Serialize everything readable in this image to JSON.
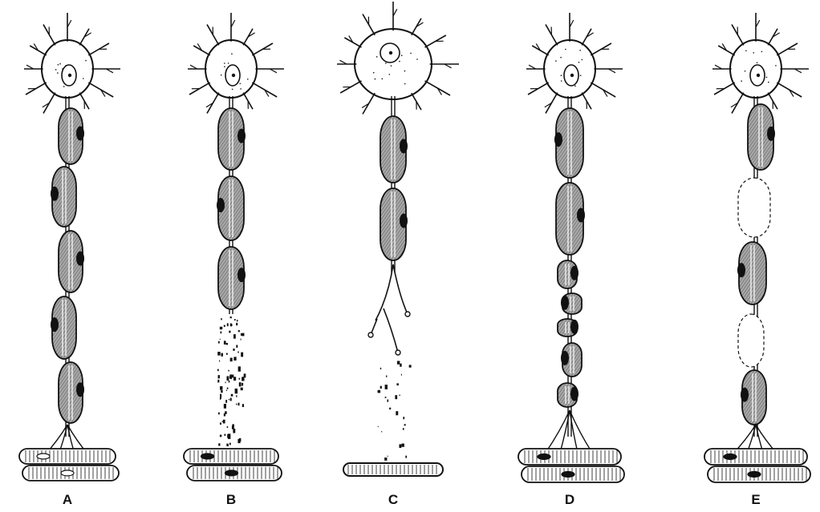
{
  "panels": [
    {
      "label": "A",
      "variant": "normal"
    },
    {
      "label": "B",
      "variant": "wallerian"
    },
    {
      "label": "C",
      "variant": "axonal"
    },
    {
      "label": "D",
      "variant": "segmental"
    },
    {
      "label": "E",
      "variant": "demyelination"
    }
  ],
  "colors": {
    "ink": "#111111",
    "myelin_fill": "#9a9a9a",
    "soma_fill": "#ffffff",
    "muscle_fill": "#ffffff"
  }
}
